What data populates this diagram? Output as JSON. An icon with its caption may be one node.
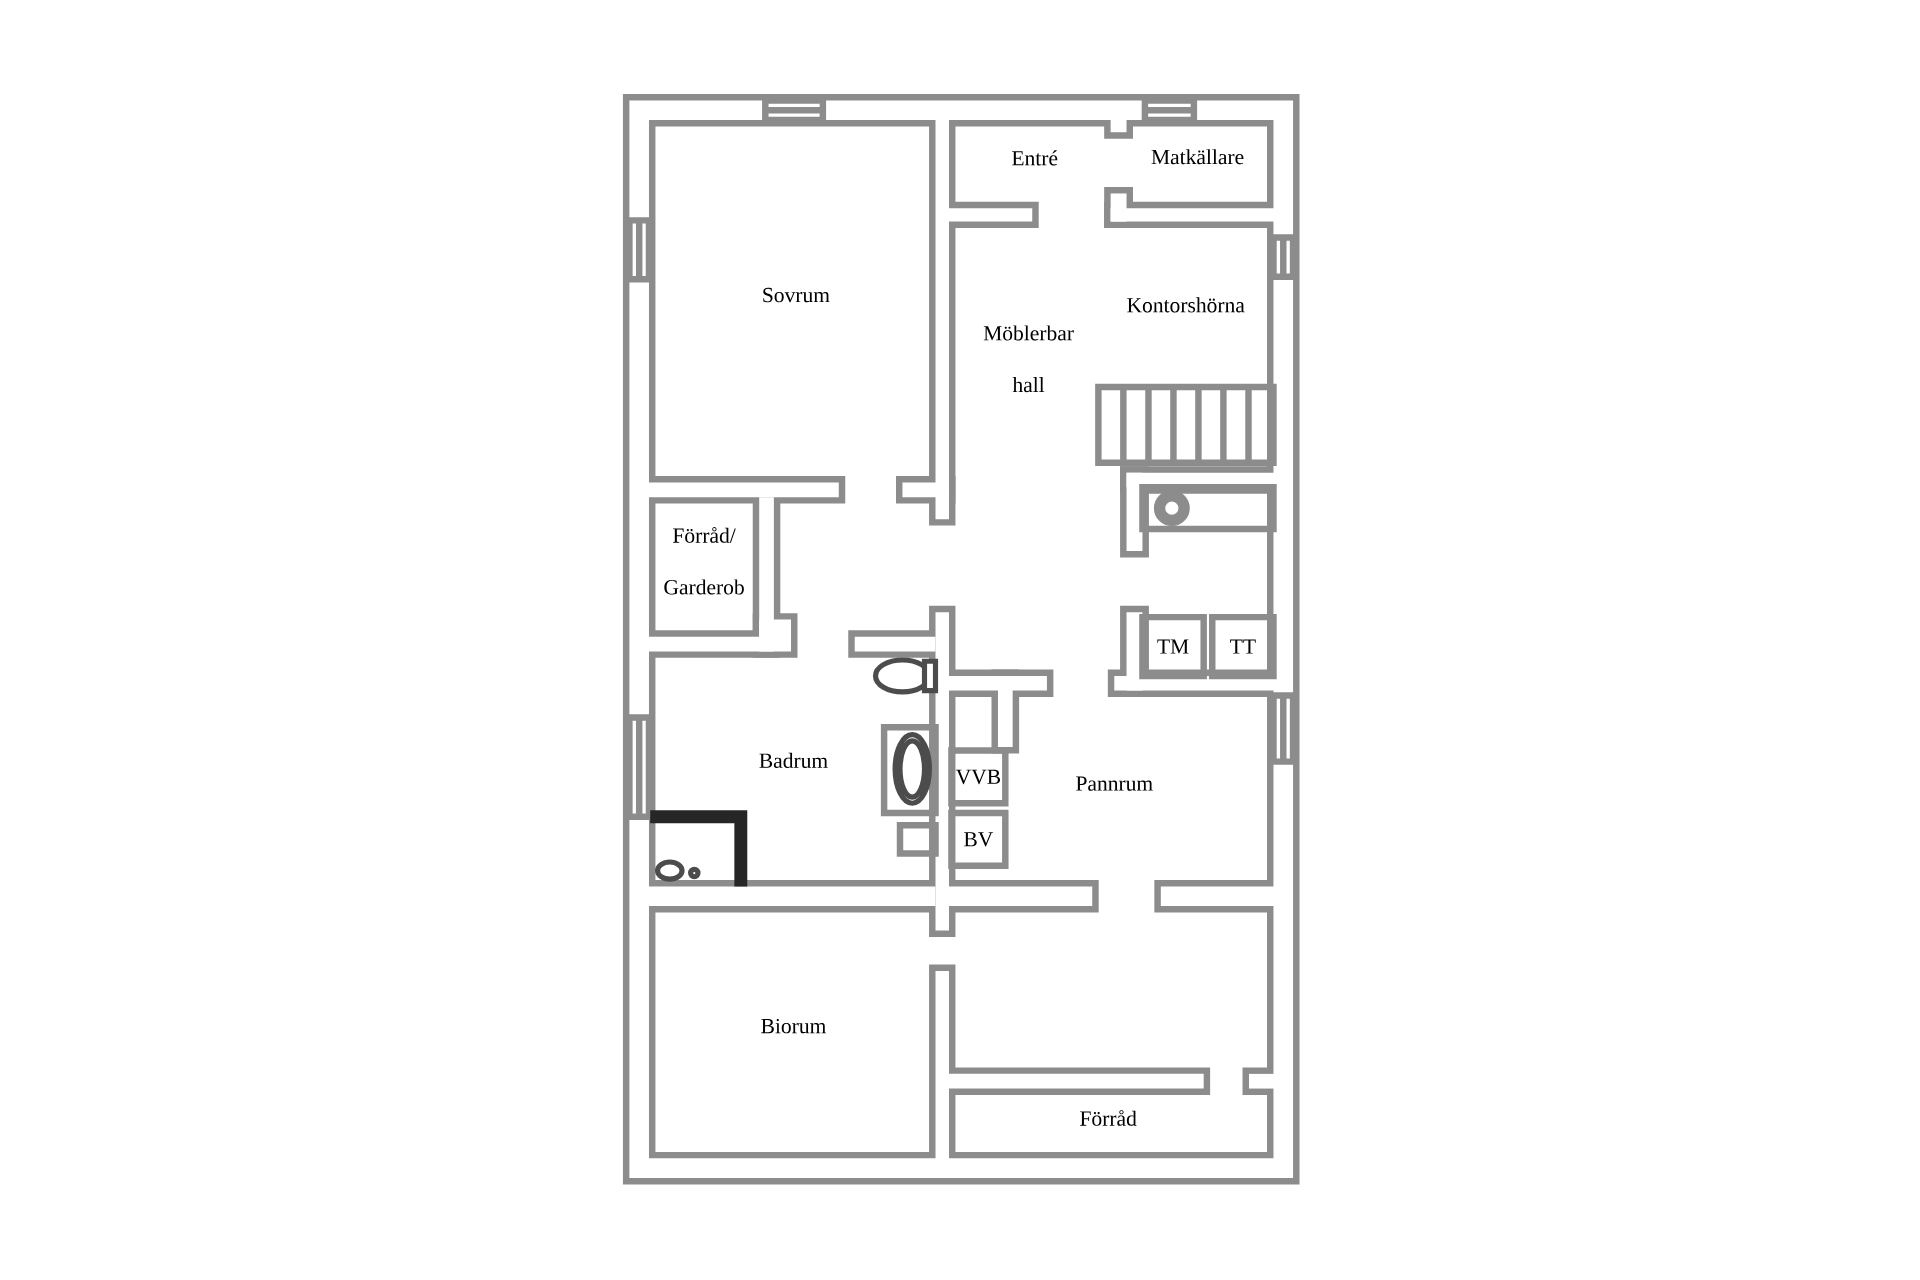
{
  "diagram": {
    "nodes": [
      {
        "text": [
          "TM"
        ]
      },
      {
        "text": [
          "TT"
        ]
      },
      {
        "text": [
          "VVB"
        ]
      },
      {
        "text": [
          "BV"
        ]
      }
    ],
    "labels": [
      "Entré",
      "Matkällare",
      "Sovrum",
      "Kontorshörna",
      "Möblerbar hall",
      "Förråd/ Garderob",
      "Badrum",
      "Pannrum",
      "Biorum",
      "Förråd"
    ]
  }
}
